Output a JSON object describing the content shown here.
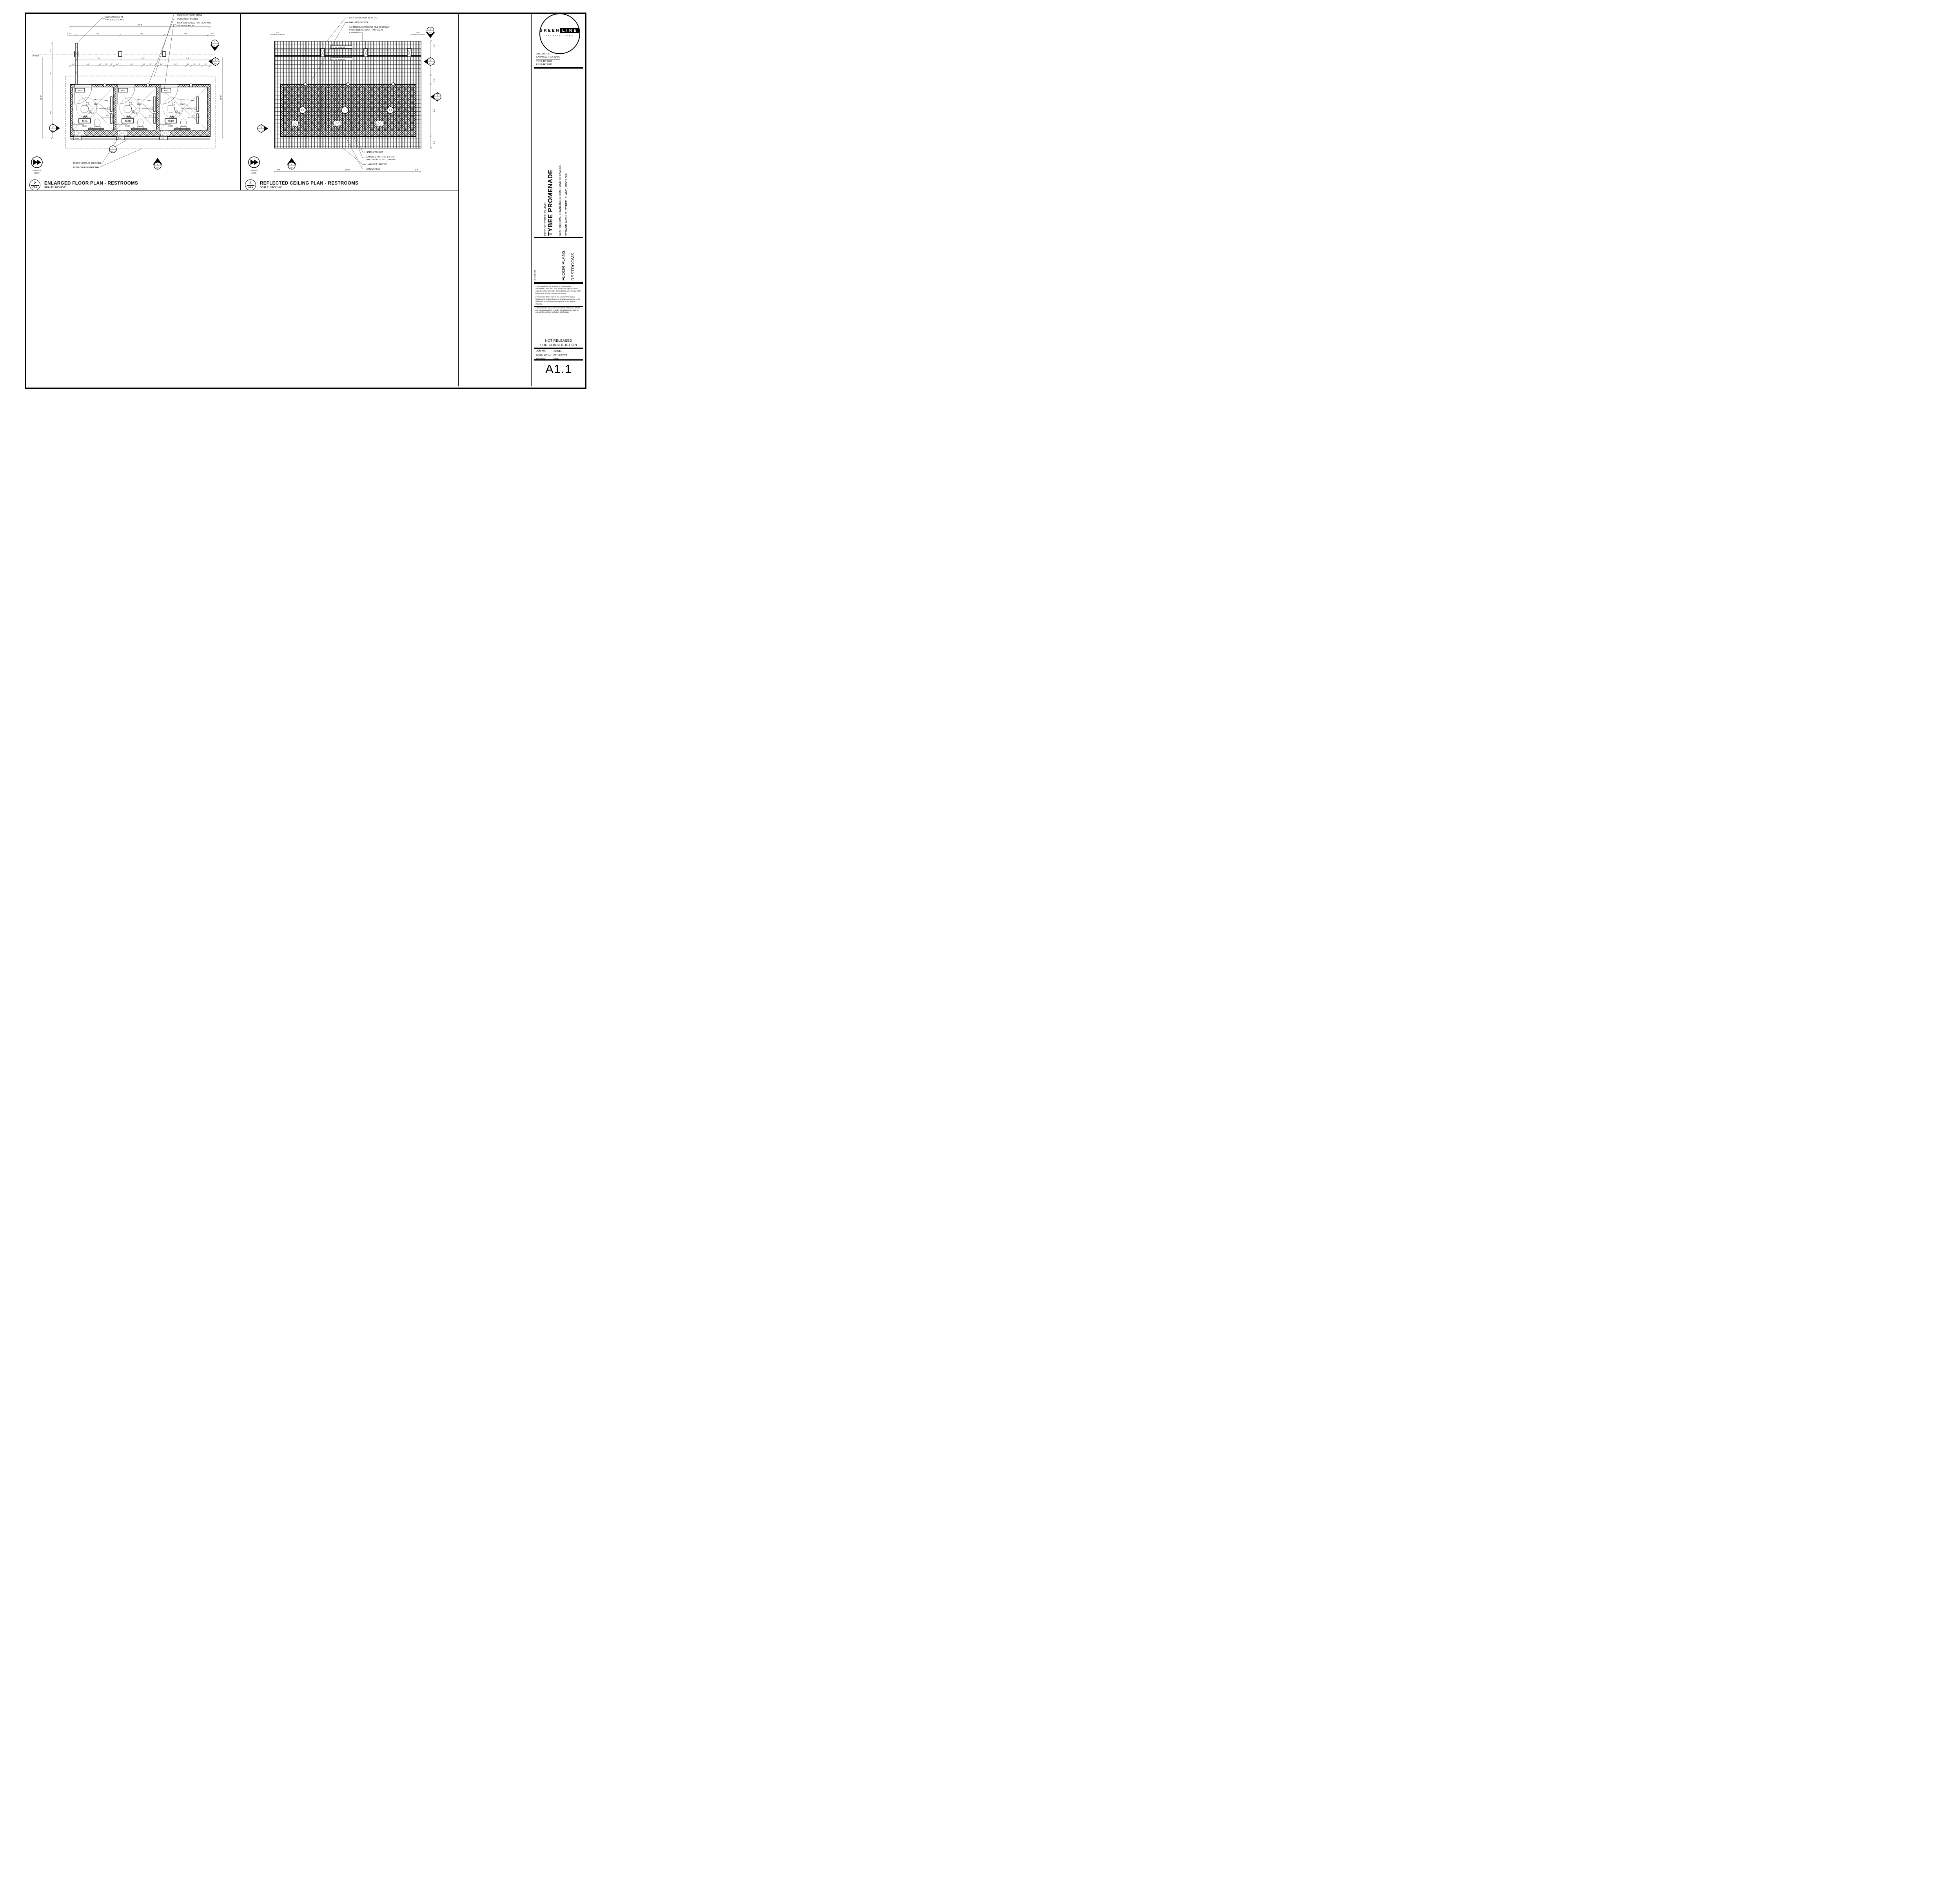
{
  "titleblock": {
    "logo_green": "GREEN",
    "logo_line": "LINE",
    "logo_sub": "ARCHITECTURE",
    "address1": "28 E 35TH ST",
    "address2": "SAVANNAH, GA 31401",
    "phone": "T  912.447.5665",
    "fax": "F  912.447.8381",
    "web": "WWW.GREENLINEARCH.COM",
    "client": "CITY OF TYBEE ISLAND",
    "project_name": "TYBEE PROMENADE",
    "project_scope": "RESTROOMS, CHANGING ROOMS AND SHOWERS",
    "project_address": "STRAND AVENUE, TYBEE ISLAND, GEORGIA",
    "revisions_label": "REVISIONS",
    "sheet_title_1": "FLOOR PLANS",
    "sheet_title_2": "RESTROOMS",
    "notes": [
      "1.The drawing is the property of GREENLINE ARCHITECTURE, INC. and is not to be reproduced or copied in whole or in part.  It is not to be used on any other project and is to be returned on request.",
      "2. Scales as stated hereon are valid on the original drawing only and are hereby changed in proportion to the difference in size between the print and the original drawing.",
      "3. Do not scale dimensions from prints.  Plans and details are not always drawn to scale.  Use dimensions given or consult the Architect for further clarification."
    ],
    "stamp_1": "NOT RELEASED",
    "stamp_2": "FOR  CONSTRUCTION",
    "job_no_label": "JOB NO:",
    "job_no": "20.011",
    "issue_date_label": "ISSUE DATE:",
    "issue_date": "02/17/2021",
    "drawn_label": "DRAWN:",
    "drawn": "KEH",
    "sheet_number": "A1.1"
  },
  "floor_plan": {
    "detail_num": "2",
    "detail_sheet": "A1.1",
    "title": "ENLARGED FLOOR PLAN - RESTROOMS",
    "scale": "SCALE: 3/8\"=1'-0\"",
    "north_1": "PROJECT",
    "north_2": "NORTH",
    "callouts": {
      "screen_1": "SCREEN/PANEL AT",
      "screen_2": "ONE END, SEE A4.2",
      "roof": "OUTLINE OF ROOF ABOVE",
      "sconce": "OCCUPANCY SCONCE",
      "vent_1": "HIGH VENT/GRILLE FOR LIGHT AND",
      "vent_2": "AIR VENTILATION",
      "flood": "FLOOD VENTS AS SPECIFIED",
      "overhang": "ROOF OVERHANG ABOVE"
    },
    "dims": {
      "overall": "21'-8\"",
      "eq": "EQ.",
      "end_offset": "5 1/2\"",
      "bay_1": "7'-0\"",
      "bay_2": "7'-0\"",
      "bay_3": "7'-8\"",
      "seg_a": "1'-2\"",
      "seg_b": "3'-4\"",
      "seg_c": "10\"",
      "seg_d": "1'-0\"",
      "seg_e": "8\"",
      "left_top": "1'-0\"",
      "cl_1": "CL",
      "cl_2": "OF CLM",
      "left_overall": "13'-9\"",
      "left_upper": "5'-1\"",
      "left_lower": "8'-8\"",
      "right_overall": "13'-9\""
    },
    "labels": {
      "fv2": "FV-2",
      "gb42": "GB42",
      "gb18": "GB18",
      "ttd": "TTD",
      "fd": "F.D.",
      "gb36": "GB36",
      "fv1": "FV-1",
      "d8": "8\"",
      "d14": "1'-4\"",
      "d15": "1'-5\""
    },
    "rooms": [
      {
        "tag": "RR",
        "number": "101A"
      },
      {
        "tag": "RR",
        "number": "101B"
      },
      {
        "tag": "RR",
        "number": "101C"
      }
    ],
    "markers": {
      "m1": {
        "num": "1",
        "sheet": "A3.1"
      },
      "m2": {
        "num": "2",
        "sheet": "A3.1"
      },
      "m3": {
        "num": "3",
        "sheet": "A3.1"
      },
      "m4": {
        "num": "4",
        "sheet": "A3.1"
      },
      "m5": {
        "num": "1",
        "sheet": "A4.1"
      }
    }
  },
  "rcp": {
    "detail_num": "3",
    "detail_sheet": "A1.1",
    "title": "REFLECTED CEILING PLAN - RESTROOMS",
    "scale": "SCALE: 3/8\"=1'-0\"",
    "north_1": "PROJECT",
    "north_2": "NORTH",
    "callouts": {
      "rafters": "P.T. 3 X 8 RAFTERS AT 20\" O.C.",
      "sconce": "WALL-MTD SCONCE",
      "ceiling_1": "1x6 PRESSURE TREATED PINE CEILING AT",
      "ceiling_2": "UNDERSIDE OF DECK - PAINTED AT",
      "ceiling_3": "EXTERIOR",
      "beam": "P.T. 3 X 10 BEAM",
      "stem_light": "STEM-MTD LIGHT",
      "exposed_1": "EXPOSED RAFTERS- 3 X 10 PT",
      "exposed_2": "RAFTERS AT 20\" O.C., PAINTED",
      "fascia": "1x4 FASCIA - PAINTED",
      "exhaust": "EXHAUST FAN"
    },
    "dims": {
      "overhang_top": "1'-4\"",
      "right_1": "1'-0\"",
      "right_2": "5'-0\"",
      "right_3": "2'-0\"",
      "right_4": "8'-8\"",
      "right_5": "2'-0\"",
      "bottom_overall": "21'-8\"",
      "bottom_end": "1'-8\""
    },
    "markers": {
      "m1": {
        "num": "1",
        "sheet": "A3.1"
      },
      "m2": {
        "num": "2",
        "sheet": "A3.1"
      },
      "m3": {
        "num": "3",
        "sheet": "A3.1"
      },
      "m4": {
        "num": "4",
        "sheet": "A3.1"
      },
      "m5": {
        "num": "2",
        "sheet": "A4.1"
      }
    }
  }
}
